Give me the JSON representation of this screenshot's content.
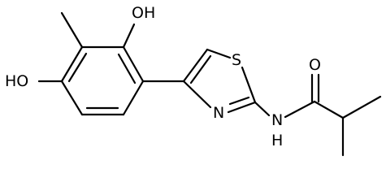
{
  "diagram": {
    "atoms": {
      "oh_top": "OH",
      "ho_left": "HO",
      "sulfur": "S",
      "nitrogen_ring": "N",
      "nh": "N",
      "h_of_nh": "H",
      "oxygen_carbonyl": "O"
    },
    "colors": {
      "bond": "#000000",
      "label": "#000000",
      "background": "#ffffff"
    }
  }
}
